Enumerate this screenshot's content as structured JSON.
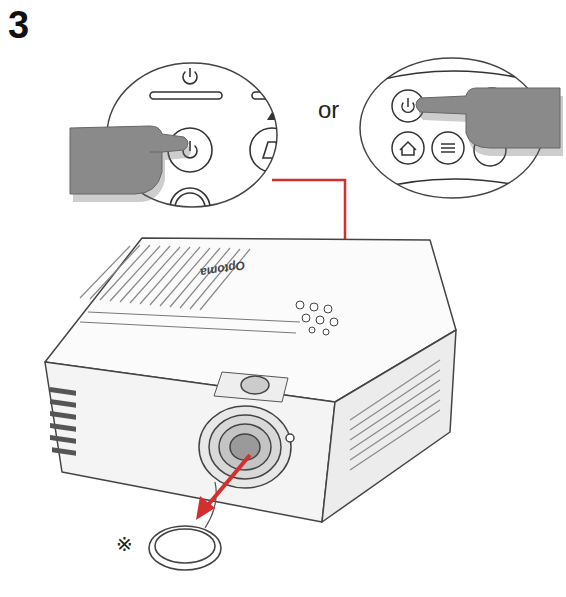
{
  "diagram": {
    "labels": [
      "3",
      "or",
      "※",
      "Optoma"
    ]
  }
}
